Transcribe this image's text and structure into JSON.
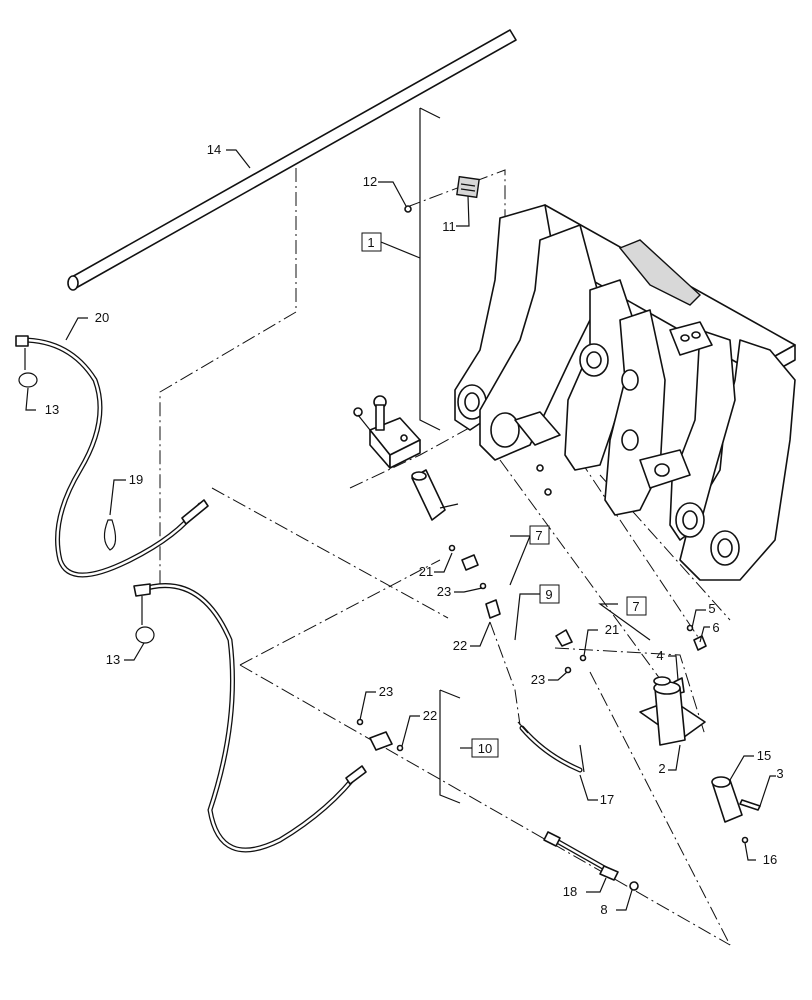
{
  "diagram": {
    "callouts": [
      {
        "id": "c1",
        "text": "1",
        "boxed": true
      },
      {
        "id": "c2",
        "text": "2",
        "boxed": false
      },
      {
        "id": "c3",
        "text": "3",
        "boxed": false
      },
      {
        "id": "c4",
        "text": "4",
        "boxed": false
      },
      {
        "id": "c5",
        "text": "5",
        "boxed": false
      },
      {
        "id": "c6",
        "text": "6",
        "boxed": false
      },
      {
        "id": "c7a",
        "text": "7",
        "boxed": true
      },
      {
        "id": "c7b",
        "text": "7",
        "boxed": true
      },
      {
        "id": "c8",
        "text": "8",
        "boxed": false
      },
      {
        "id": "c9",
        "text": "9",
        "boxed": true
      },
      {
        "id": "c10",
        "text": "10",
        "boxed": true
      },
      {
        "id": "c11",
        "text": "11",
        "boxed": false
      },
      {
        "id": "c12",
        "text": "12",
        "boxed": false
      },
      {
        "id": "c13a",
        "text": "13",
        "boxed": false
      },
      {
        "id": "c13b",
        "text": "13",
        "boxed": false
      },
      {
        "id": "c14",
        "text": "14",
        "boxed": false
      },
      {
        "id": "c15",
        "text": "15",
        "boxed": false
      },
      {
        "id": "c16",
        "text": "16",
        "boxed": false
      },
      {
        "id": "c17",
        "text": "17",
        "boxed": false
      },
      {
        "id": "c18",
        "text": "18",
        "boxed": false
      },
      {
        "id": "c19",
        "text": "19",
        "boxed": false
      },
      {
        "id": "c20",
        "text": "20",
        "boxed": false
      },
      {
        "id": "c21a",
        "text": "21",
        "boxed": false
      },
      {
        "id": "c21b",
        "text": "21",
        "boxed": false
      },
      {
        "id": "c22a",
        "text": "22",
        "boxed": false
      },
      {
        "id": "c22b",
        "text": "22",
        "boxed": false
      },
      {
        "id": "c23a",
        "text": "23",
        "boxed": false
      },
      {
        "id": "c23b",
        "text": "23",
        "boxed": false
      },
      {
        "id": "c23c",
        "text": "23",
        "boxed": false
      }
    ]
  }
}
